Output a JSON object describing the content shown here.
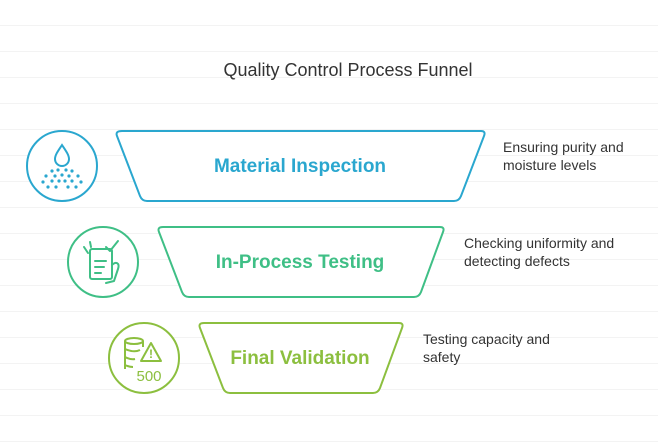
{
  "diagram": {
    "title": "Quality Control Process Funnel",
    "stages": [
      {
        "label": "Material Inspection",
        "description_line1": "Ensuring purity and",
        "description_line2": "moisture levels",
        "color": "#2aa7cf",
        "icon": "water-drop-spray-icon"
      },
      {
        "label": "In-Process Testing",
        "description_line1": "Checking uniformity and",
        "description_line2": "detecting defects",
        "color": "#3fbf86",
        "icon": "checklist-hand-icon"
      },
      {
        "label": "Final Validation",
        "description_line1": "Testing capacity and",
        "description_line2": "safety",
        "color": "#8cbf3f",
        "icon": "battery-warning-icon",
        "icon_text": "500"
      }
    ]
  }
}
